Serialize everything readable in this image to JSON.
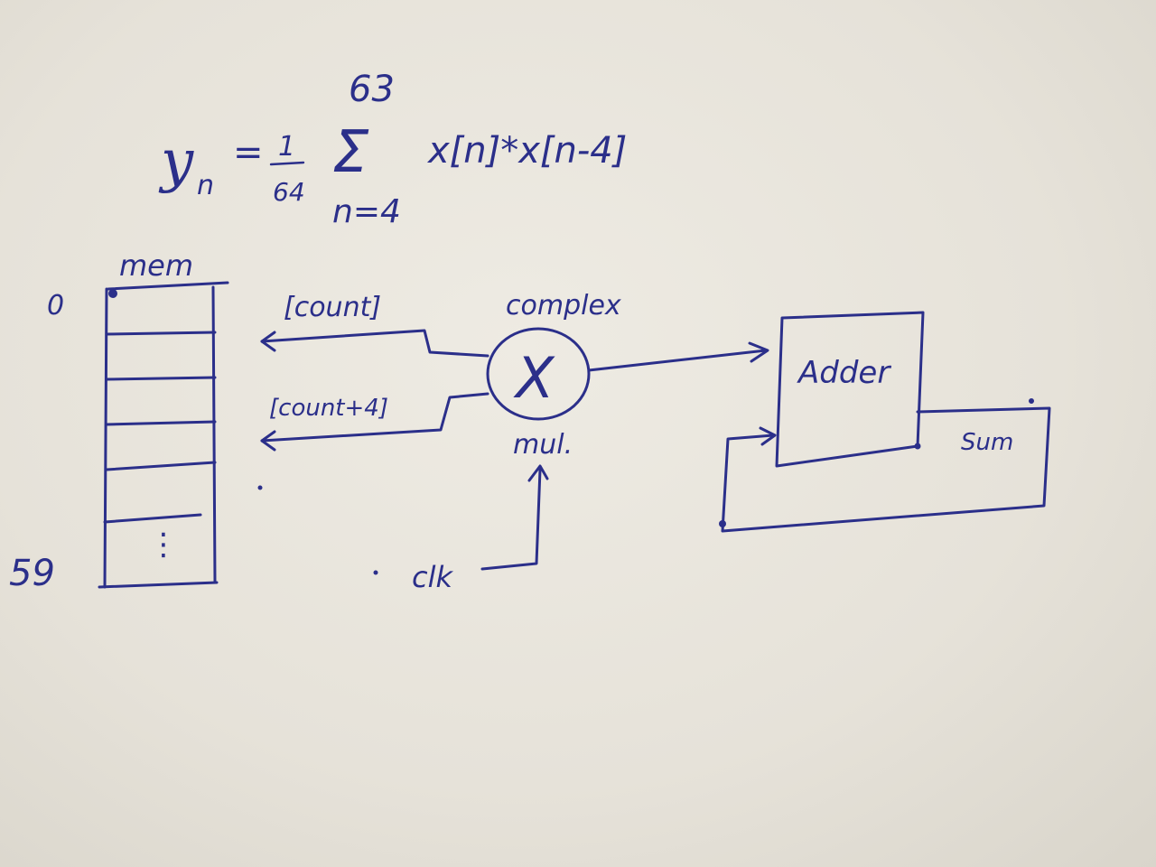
{
  "equation": {
    "lhs": "y",
    "lhs_sub": "n",
    "equals": "=",
    "frac_num": "1",
    "frac_den": "64",
    "sigma": "Σ",
    "upper_limit": "63",
    "lower_limit": "n=4",
    "summand": "x[n]*x[n-4]"
  },
  "memory": {
    "title": "mem",
    "top_index": "0",
    "bottom_index": "59",
    "ellipsis": "⋮"
  },
  "signals": {
    "addr_a": "[count]",
    "addr_b": "[count+4]",
    "clock": "clk"
  },
  "multiplier": {
    "symbol": "X",
    "label_top": "complex",
    "label_bottom": "mul."
  },
  "adder": {
    "label": "Adder",
    "output_label": "Sum"
  },
  "colors": {
    "ink": "#2b2f8a",
    "paper": "#e9e5dc"
  }
}
